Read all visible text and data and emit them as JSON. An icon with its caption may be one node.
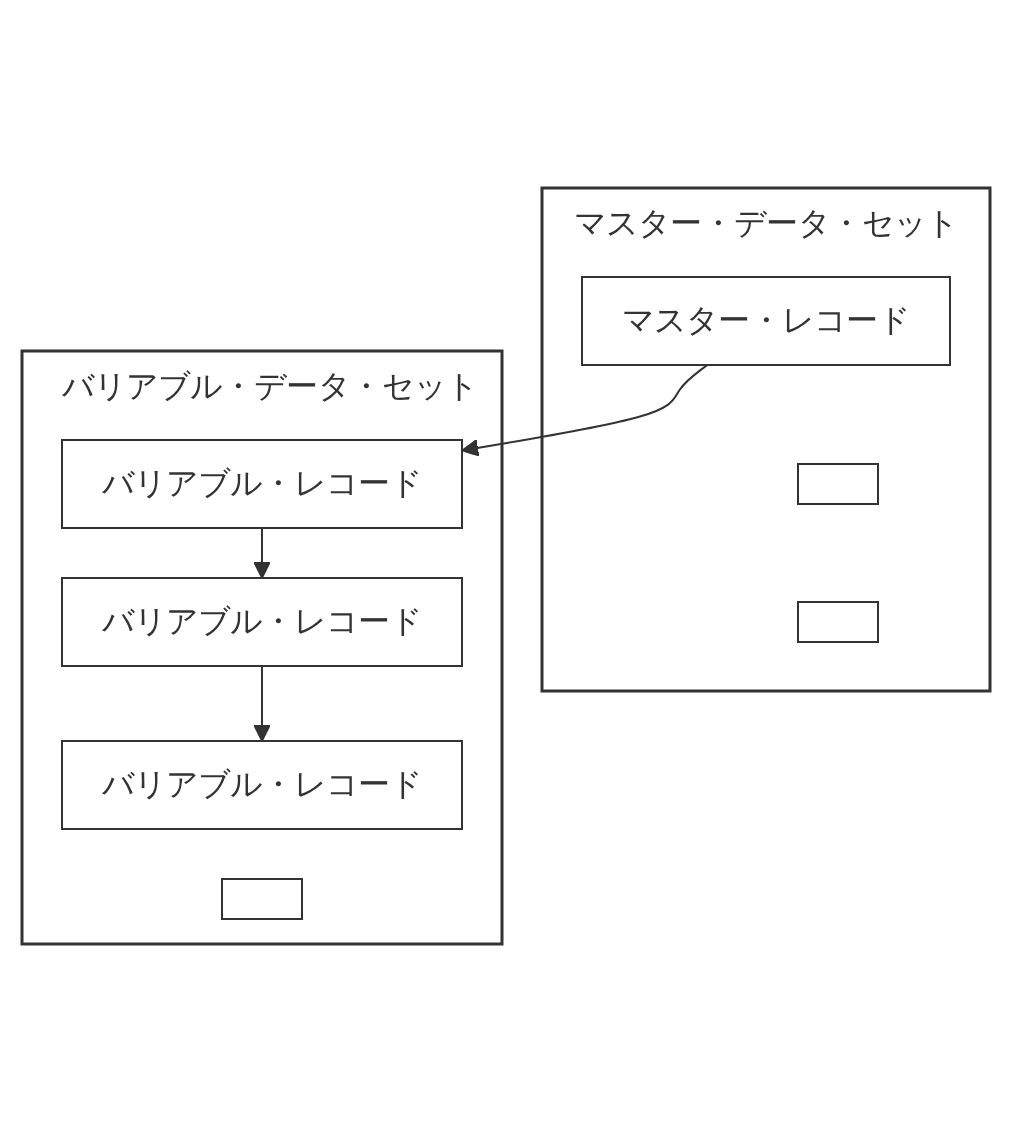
{
  "diagram": {
    "nodes": [
      {
        "text": [
          "マスター・データ・セット"
        ]
      },
      {
        "text": [
          "マスター・レコード"
        ],
        "in": 0
      },
      {
        "text": [],
        "shape": "box",
        "in": 0
      },
      {
        "text": [],
        "shape": "box",
        "in": 0
      },
      {
        "text": [
          "バリアブル・データ・セット"
        ]
      },
      {
        "text": [
          "バリアブル・レコード"
        ],
        "in": 4
      },
      {
        "text": [
          "バリアブル・レコード"
        ],
        "in": 4
      },
      {
        "text": [
          "バリアブル・レコード"
        ],
        "in": 4
      },
      {
        "text": [],
        "shape": "box",
        "in": 4
      }
    ],
    "edges": [
      {
        "from": 1,
        "to": 5,
        "arrow": "to"
      },
      {
        "from": 5,
        "to": 6,
        "arrow": "to"
      },
      {
        "from": 6,
        "to": 7,
        "arrow": "to"
      }
    ]
  }
}
